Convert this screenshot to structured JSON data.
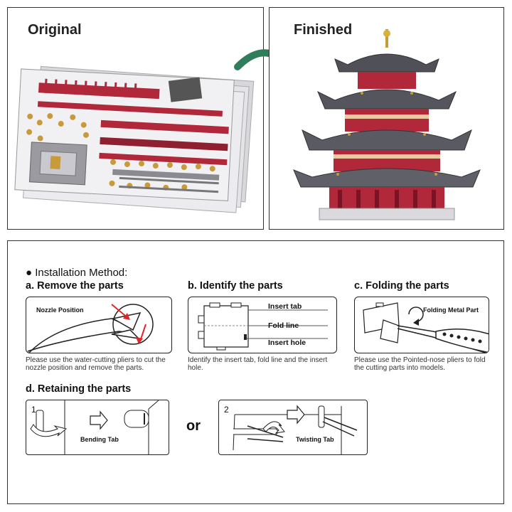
{
  "top": {
    "original_label": "Original",
    "finished_label": "Finished"
  },
  "installation": {
    "heading": "Installation Method:",
    "step_a": {
      "title": "a. Remove the parts",
      "callout": "Nozzle Position",
      "caption": "Please use the water-cutting pliers to cut the nozzle position and remove the parts."
    },
    "step_b": {
      "title": "b. Identify the parts",
      "labels": [
        "Insert tab",
        "Fold line",
        "Insert hole"
      ],
      "caption": "Identify the insert tab, fold line and the insert hole."
    },
    "step_c": {
      "title": "c. Folding the parts",
      "callout": "Folding Metal Part",
      "caption": "Please use the Pointed-nose pliers to fold the cutting parts into models."
    },
    "step_d": {
      "title": "d. Retaining the parts",
      "option1_number": "1",
      "option1_label": "Bending Tab",
      "or_label": "or",
      "option2_number": "2",
      "option2_label": "Twisting Tab"
    }
  },
  "colors": {
    "arrow_green": "#2f7d5a",
    "metal_red": "#b0283a",
    "metal_gold": "#c99a3a",
    "arrow_red": "#e0262a"
  }
}
